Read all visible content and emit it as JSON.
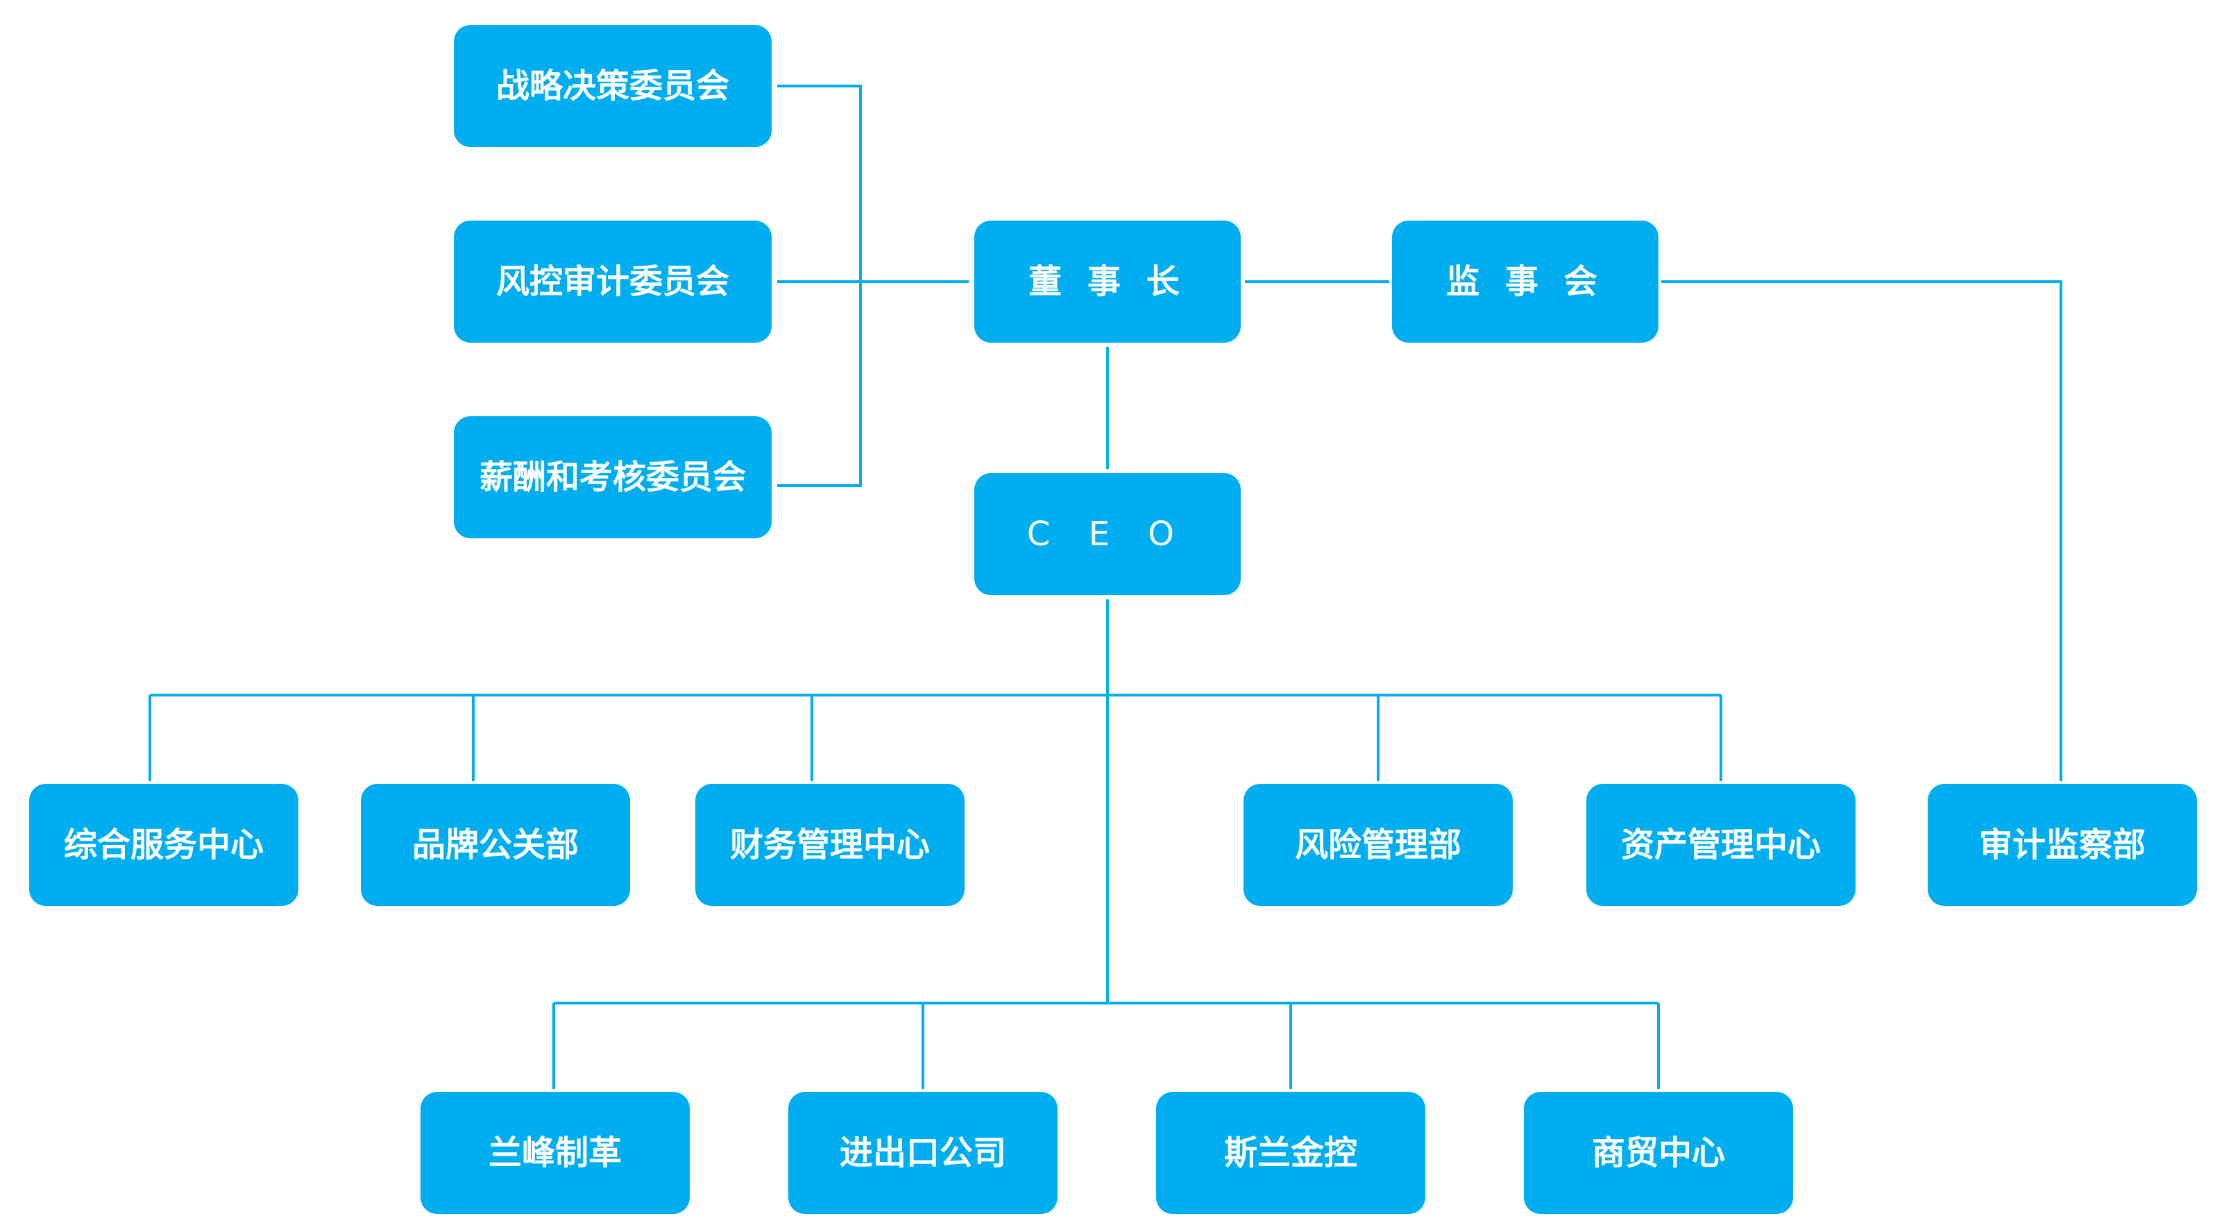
{
  "colors": {
    "node_fill": "#00aeef",
    "node_text": "#ffffff",
    "connector": "#00aeef",
    "background": "#ffffff"
  },
  "nodes": {
    "chairman": "董 事 长",
    "supervisory_board": "监 事 会",
    "ceo": "C E O",
    "strategy_committee": "战略决策委员会",
    "risk_audit_committee": "风控审计委员会",
    "compensation_committee": "薪酬和考核委员会",
    "service_center": "综合服务中心",
    "brand_pr": "品牌公关部",
    "finance_center": "财务管理中心",
    "risk_dept": "风险管理部",
    "asset_center": "资产管理中心",
    "audit_dept": "审计监察部",
    "lanfeng_leather": "兰峰制革",
    "import_export": "进出口公司",
    "silan_holdings": "斯兰金控",
    "trade_center": "商贸中心"
  }
}
